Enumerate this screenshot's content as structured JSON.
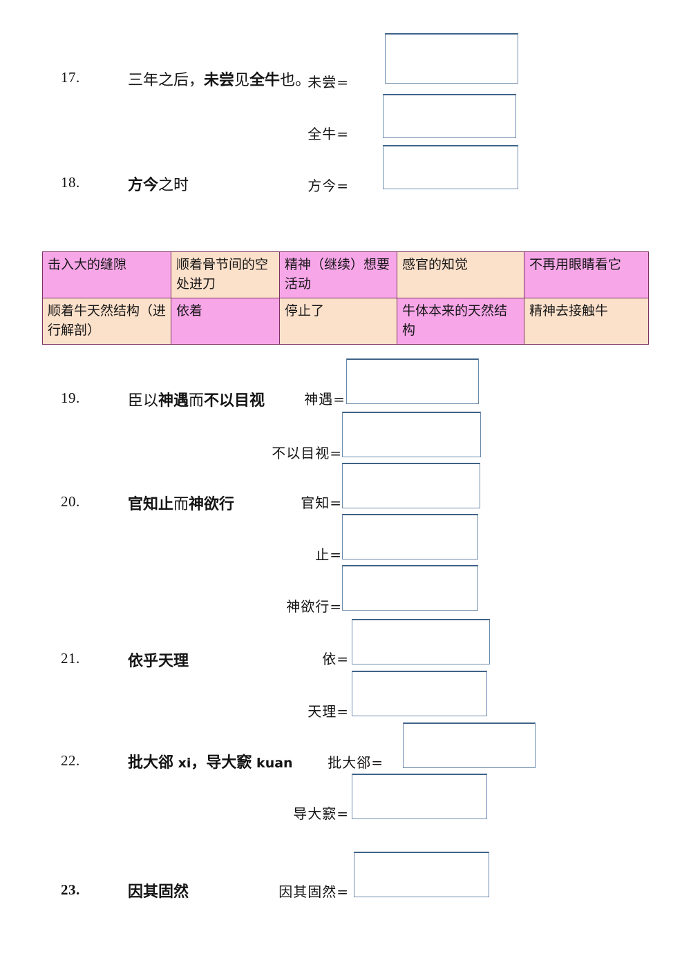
{
  "document": {
    "language": "zh",
    "colors": {
      "table_pink": "#f7a6e8",
      "table_peach": "#fbe0ca",
      "table_border": "#7a3060",
      "box_border": "#6b8aab",
      "box_border_top": "#3f6288",
      "page_background": "#ffffff",
      "text": "#141414"
    }
  },
  "questions": [
    {
      "number": "17.",
      "prompt_plain": "三年之后，未尝见全牛也。",
      "prompt_parts": [
        {
          "text": "三年之后，",
          "bold": false
        },
        {
          "text": "未尝",
          "bold": true
        },
        {
          "text": "见",
          "bold": false
        },
        {
          "text": "全牛",
          "bold": true
        },
        {
          "text": "也。",
          "bold": false
        }
      ],
      "answers": [
        {
          "label": "未尝=",
          "value": ""
        },
        {
          "label": "全牛=",
          "value": ""
        }
      ]
    },
    {
      "number": "18.",
      "prompt_plain": "方今之时",
      "prompt_parts": [
        {
          "text": "方今",
          "bold": true
        },
        {
          "text": "之时",
          "bold": false
        }
      ],
      "answers": [
        {
          "label": "方今=",
          "value": ""
        }
      ]
    },
    {
      "number": "19.",
      "prompt_plain": "臣以神遇而不以目视",
      "prompt_parts": [
        {
          "text": "臣以",
          "bold": false
        },
        {
          "text": "神遇",
          "bold": true
        },
        {
          "text": "而",
          "bold": false
        },
        {
          "text": "不以目视",
          "bold": true
        }
      ],
      "answers": [
        {
          "label": "神遇=",
          "value": ""
        },
        {
          "label": "不以目视=",
          "value": ""
        }
      ]
    },
    {
      "number": "20.",
      "prompt_plain": "官知止而神欲行",
      "prompt_parts": [
        {
          "text": "官知止",
          "bold": true
        },
        {
          "text": "而",
          "bold": false
        },
        {
          "text": "神欲行",
          "bold": true
        }
      ],
      "answers": [
        {
          "label": "官知=",
          "value": ""
        },
        {
          "label": "止=",
          "value": ""
        },
        {
          "label": "神欲行=",
          "value": ""
        }
      ]
    },
    {
      "number": "21.",
      "prompt_plain": "依乎天理",
      "prompt_parts": [
        {
          "text": "依乎天理",
          "bold": true
        }
      ],
      "answers": [
        {
          "label": "依=",
          "value": ""
        },
        {
          "label": "天理=",
          "value": ""
        }
      ]
    },
    {
      "number": "22.",
      "prompt_plain": "批大郤 xi，导大窾 kuan",
      "prompt_parts": [
        {
          "text": "批大郤",
          "bold": true
        },
        {
          "text": " xi",
          "bold": true,
          "pinyin": true
        },
        {
          "text": "，",
          "bold": true
        },
        {
          "text": "导大窾",
          "bold": true
        },
        {
          "text": " kuan",
          "bold": true,
          "pinyin": true
        }
      ],
      "answers": [
        {
          "label": "批大郤=",
          "value": ""
        },
        {
          "label": "导大窾=",
          "value": ""
        }
      ]
    },
    {
      "number": "23.",
      "prompt_plain": "因其固然",
      "bold_number": true,
      "prompt_parts": [
        {
          "text": "因其固然",
          "bold": true
        }
      ],
      "answers": [
        {
          "label": "因其固然=",
          "value": ""
        }
      ]
    }
  ],
  "word_bank_table": {
    "rows": [
      {
        "cells": [
          {
            "text": "击入大的缝隙",
            "fill": "pink"
          },
          {
            "text": "顺着骨节间的空处进刀",
            "fill": "peach"
          },
          {
            "text": "精神（继续）想要活动",
            "fill": "pink"
          },
          {
            "text": "感官的知觉",
            "fill": "peach"
          },
          {
            "text": "不再用眼睛看它",
            "fill": "pink"
          }
        ]
      },
      {
        "cells": [
          {
            "text": "顺着牛天然结构（进行解剖）",
            "fill": "peach"
          },
          {
            "text": "依着",
            "fill": "pink"
          },
          {
            "text": "停止了",
            "fill": "peach"
          },
          {
            "text": "牛体本来的天然结构",
            "fill": "pink"
          },
          {
            "text": "精神去接触牛",
            "fill": "peach"
          }
        ]
      }
    ]
  }
}
